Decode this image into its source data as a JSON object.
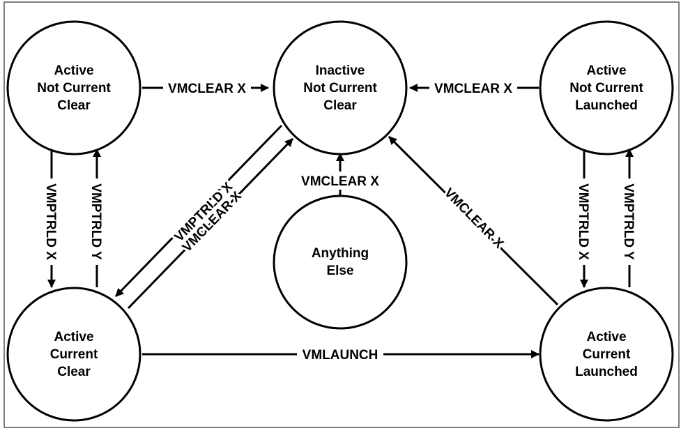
{
  "states": {
    "tl": {
      "lines": [
        "Active",
        "Not Current",
        "Clear"
      ]
    },
    "tc": {
      "lines": [
        "Inactive",
        "Not Current",
        "Clear"
      ]
    },
    "tr": {
      "lines": [
        "Active",
        "Not Current",
        "Launched"
      ]
    },
    "cc": {
      "lines": [
        "Anything",
        "Else"
      ]
    },
    "bl": {
      "lines": [
        "Active",
        "Current",
        "Clear"
      ]
    },
    "br": {
      "lines": [
        "Active",
        "Current",
        "Launched"
      ]
    }
  },
  "transitions": {
    "tl_to_tc": "VMCLEAR X",
    "tr_to_tc": "VMCLEAR X",
    "tl_to_bl": "VMPTRLD X",
    "bl_to_tl": "VMPTRLD Y",
    "tc_to_bl": "VMPTRLD X",
    "bl_to_tc": "VMCLEAR X",
    "cc_to_tc": "VMCLEAR X",
    "br_to_tc": "VMCLEAR X",
    "tr_to_br": "VMPTRLD X",
    "br_to_tr": "VMPTRLD Y",
    "bl_to_br": "VMLAUNCH"
  }
}
